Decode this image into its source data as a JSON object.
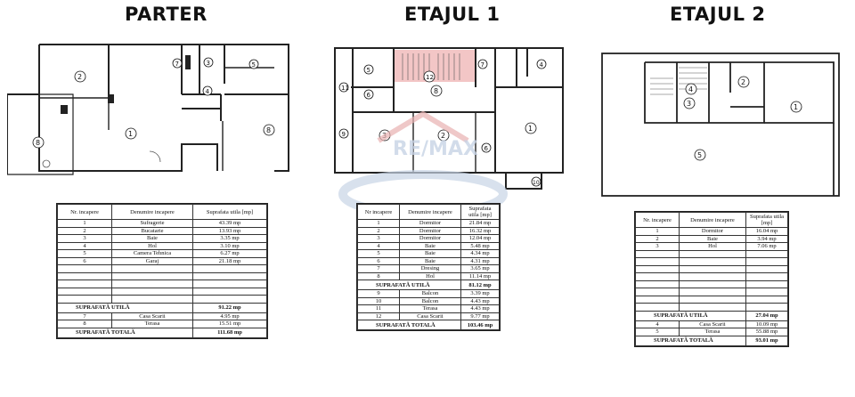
{
  "floors": [
    {
      "title": "PARTER",
      "room_labels": [
        "①",
        "②",
        "③",
        "④",
        "⑤",
        "⑦",
        "⑧",
        "⑧"
      ],
      "table": {
        "headers": [
          "Nr. incapere",
          "Denumire incapere",
          "Suprafata utila [mp]"
        ],
        "rows": [
          [
            "1",
            "Sufragerie",
            "43.39 mp"
          ],
          [
            "2",
            "Bucatarie",
            "13.93 mp"
          ],
          [
            "3",
            "Baie",
            "3.35 mp"
          ],
          [
            "4",
            "Hol",
            "3.10 mp"
          ],
          [
            "5",
            "Camera Tehnica",
            "6.27 mp"
          ],
          [
            "6",
            "Garaj",
            "21.18 mp"
          ]
        ],
        "utila_label": "SUPRAFATĂ UTILĂ",
        "utila_value": "91.22 mp",
        "extra_rows": [
          [
            "7",
            "Casa Scarii",
            "4.95 mp"
          ],
          [
            "8",
            "Terasa",
            "15.51 mp"
          ]
        ],
        "totala_label": "SUPRAFATĂ TOTALĂ",
        "totala_value": "111.68 mp"
      }
    },
    {
      "title": "ETAJUL 1",
      "room_labels": [
        "①",
        "②",
        "③",
        "④",
        "⑤",
        "⑥",
        "⑦",
        "⑧",
        "⑨",
        "⑩",
        "⑪",
        "⑫"
      ],
      "table": {
        "headers": [
          "Nr incapere",
          "Denumire incapere",
          "Suprafata utila [mp]"
        ],
        "rows": [
          [
            "1",
            "Dormitor",
            "21.84 mp"
          ],
          [
            "2",
            "Dormitor",
            "16.32 mp"
          ],
          [
            "3",
            "Dormitor",
            "12.04 mp"
          ],
          [
            "4",
            "Baie",
            "5.48 mp"
          ],
          [
            "5",
            "Baie",
            "4.34 mp"
          ],
          [
            "6",
            "Baie",
            "4.31 mp"
          ],
          [
            "7",
            "Dresing",
            "3.65 mp"
          ],
          [
            "8",
            "Hol",
            "11.14 mp"
          ]
        ],
        "utila_label": "SUPRAFATĂ UTILĂ",
        "utila_value": "81.12 mp",
        "extra_rows": [
          [
            "9",
            "Balcon",
            "3.39 mp"
          ],
          [
            "10",
            "Balcon",
            "4.43 mp"
          ],
          [
            "11",
            "Terasa",
            "4.43 mp"
          ],
          [
            "12",
            "Casa Scarii",
            "9.77 mp"
          ]
        ],
        "totala_label": "SUPRAFATĂ TOTALĂ",
        "totala_value": "103.46 mp"
      }
    },
    {
      "title": "ETAJUL 2",
      "room_labels": [
        "①",
        "②",
        "③",
        "④",
        "⑤"
      ],
      "table": {
        "headers": [
          "Nr. incapere",
          "Denumire incapere",
          "Suprafata utila [mp]"
        ],
        "rows": [
          [
            "1",
            "Dormitor",
            "16.04 mp"
          ],
          [
            "2",
            "Baie",
            "3.94 mp"
          ],
          [
            "3",
            "Hol",
            "7.06 mp"
          ]
        ],
        "utila_label": "SUPRAFATĂ UTILĂ",
        "utila_value": "27.04 mp",
        "extra_rows": [
          [
            "4",
            "Casa Scarii",
            "10.09 mp"
          ],
          [
            "5",
            "Terasa",
            "55.88 mp"
          ]
        ],
        "totala_label": "SUPRAFATĂ TOTALĂ",
        "totala_value": "93.01 mp"
      }
    }
  ],
  "colors": {
    "wall": "#222222",
    "stair_highlight": "#f3c6c6",
    "watermark": "#c8d4e6"
  }
}
